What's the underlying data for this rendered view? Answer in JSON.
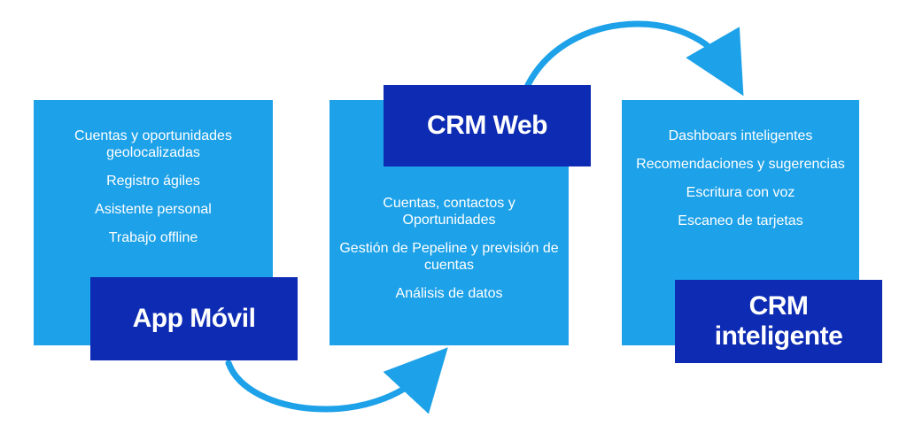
{
  "stages": [
    {
      "title": "App Móvil",
      "items": [
        "Cuentas y oportunidades geolocalizadas",
        "Registro ágiles",
        "Asistente personal",
        "Trabajo offline"
      ]
    },
    {
      "title": "CRM Web",
      "items": [
        "Cuentas, contactos y Oportunidades",
        "Gestión de Pepeline y previsión de cuentas",
        "Análisis de datos"
      ]
    },
    {
      "title": "CRM\ninteligente",
      "items": [
        "Dashboars inteligentes",
        "Recomendaciones y sugerencias",
        "Escritura con voz",
        "Escaneo de tarjetas"
      ]
    }
  ],
  "colors": {
    "panel": "#1da1e8",
    "label": "#0d2bb3",
    "arrow": "#1da1e8"
  }
}
